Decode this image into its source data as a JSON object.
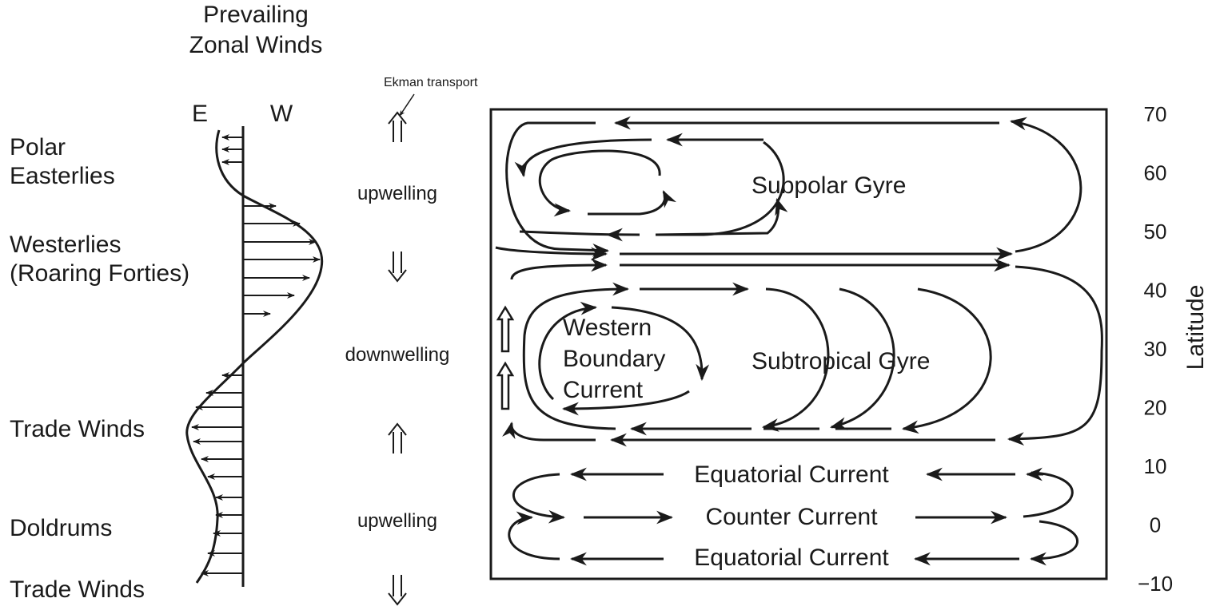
{
  "title": [
    "Prevailing",
    "Zonal Winds"
  ],
  "direction_labels": {
    "east": "E",
    "west": "W"
  },
  "wind_belts": [
    {
      "lines": [
        "Polar",
        "Easterlies"
      ]
    },
    {
      "lines": [
        "Westerlies",
        "(Roaring Forties)"
      ]
    },
    {
      "lines": [
        "Trade Winds"
      ]
    },
    {
      "lines": [
        "Doldrums"
      ]
    },
    {
      "lines": [
        "Trade Winds"
      ]
    }
  ],
  "ekman": {
    "annotation": "Ekman transport",
    "labels": [
      "upwelling",
      "downwelling",
      "upwelling"
    ],
    "arrows": [
      "up",
      "down",
      "up",
      "down"
    ]
  },
  "gyres": {
    "subpolar": "Subpolar Gyre",
    "subtropical": "Subtropical Gyre",
    "western_boundary": [
      "Western",
      "Boundary",
      "Current"
    ],
    "equatorial_north": "Equatorial Current",
    "counter": "Counter Current",
    "equatorial_south": "Equatorial Current"
  },
  "latitude_axis": {
    "label": "Latitude",
    "ticks": [
      "70",
      "60",
      "50",
      "40",
      "30",
      "20",
      "10",
      "0",
      "−10"
    ]
  }
}
